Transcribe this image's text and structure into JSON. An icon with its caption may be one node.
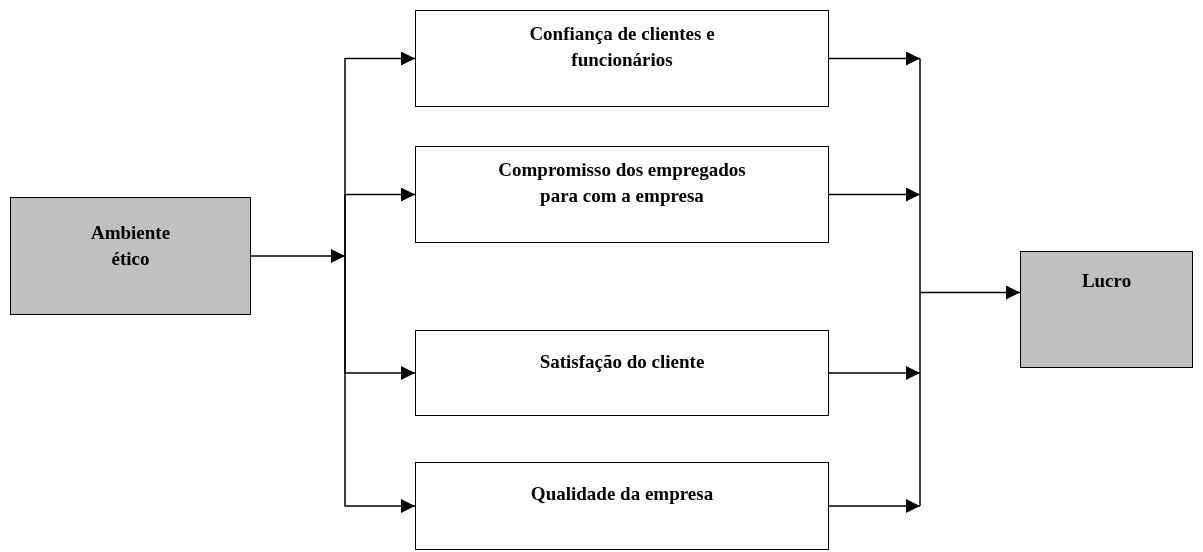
{
  "diagram": {
    "nodes": [
      {
        "text": [
          "Ambiente ético"
        ]
      },
      {
        "text": [
          "Confiança de clientes e funcionários"
        ]
      },
      {
        "text": [
          "Compromisso dos empregados para com a empresa"
        ]
      },
      {
        "text": [
          "Satisfação do cliente"
        ]
      },
      {
        "text": [
          "Qualidade da empresa"
        ]
      },
      {
        "text": [
          "Lucro"
        ]
      }
    ],
    "edges": [
      {
        "from": 0,
        "to": 1,
        "arrow": "to"
      },
      {
        "from": 0,
        "to": 2,
        "arrow": "to"
      },
      {
        "from": 0,
        "to": 3,
        "arrow": "to"
      },
      {
        "from": 0,
        "to": 4,
        "arrow": "to"
      },
      {
        "from": 1,
        "to": 5,
        "arrow": "to"
      },
      {
        "from": 2,
        "to": 5,
        "arrow": "to"
      },
      {
        "from": 3,
        "to": 5,
        "arrow": "to"
      },
      {
        "from": 4,
        "to": 5,
        "arrow": "to"
      }
    ]
  }
}
